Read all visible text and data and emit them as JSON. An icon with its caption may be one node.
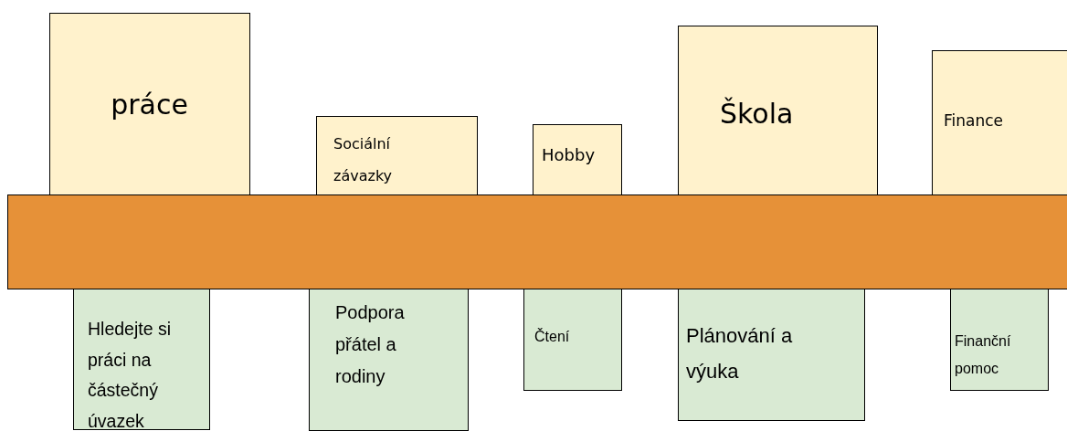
{
  "diagram": {
    "nodes": [
      {
        "text": [
          "práce"
        ]
      },
      {
        "text": [
          "Sociální závazky"
        ]
      },
      {
        "text": [
          "Hobby"
        ]
      },
      {
        "text": [
          "Škola"
        ]
      },
      {
        "text": [
          "Finance"
        ]
      },
      {
        "text": [],
        "shape": "bar"
      },
      {
        "text": [
          "Hledejte si práci na částečný úvazek"
        ]
      },
      {
        "text": [
          "Podpora přátel a rodiny"
        ]
      },
      {
        "text": [
          "Čtení"
        ]
      },
      {
        "text": [
          "Plánování a výuka"
        ]
      },
      {
        "text": [
          "Finanční pomoc"
        ]
      }
    ]
  }
}
